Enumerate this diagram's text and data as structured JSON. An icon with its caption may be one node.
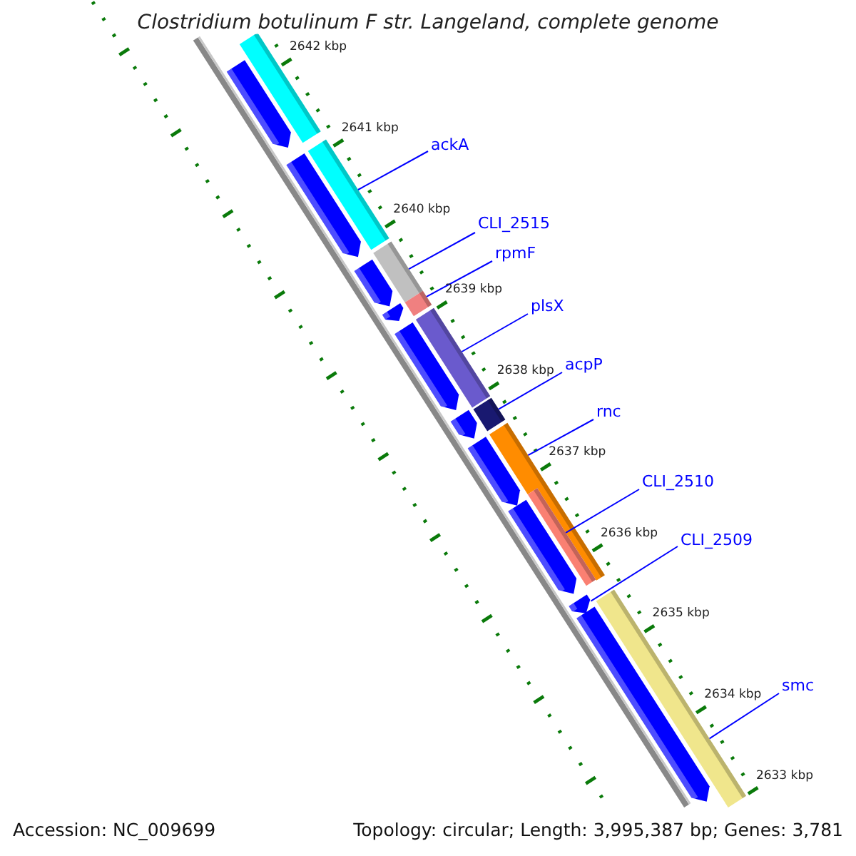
{
  "diagram": {
    "title": "Clostridium botulinum F str. Langeland, complete genome",
    "nodes": [
      {
        "text": [
          "ackA"
        ]
      },
      {
        "text": [
          "CLI_2515"
        ]
      },
      {
        "text": [
          "rpmF"
        ]
      },
      {
        "text": [
          "plsX"
        ]
      },
      {
        "text": [
          "acpP"
        ]
      },
      {
        "text": [
          "rnc"
        ]
      },
      {
        "text": [
          "CLI_2510"
        ]
      },
      {
        "text": [
          "CLI_2509"
        ]
      },
      {
        "text": [
          "smc"
        ]
      },
      {
        "text": [],
        "shape": "bar"
      },
      {
        "text": [],
        "shape": "pentagon"
      },
      {
        "text": [],
        "shape": "bar"
      },
      {
        "text": [],
        "shape": "pentagon"
      },
      {
        "text": [],
        "shape": "bar"
      },
      {
        "text": [],
        "shape": "pentagon"
      },
      {
        "text": [],
        "shape": "pentagon"
      },
      {
        "text": [],
        "shape": "bar"
      },
      {
        "text": [],
        "shape": "bar"
      },
      {
        "text": [],
        "shape": "pentagon"
      },
      {
        "text": [],
        "shape": "pentagon"
      },
      {
        "text": [],
        "shape": "bar"
      },
      {
        "text": [],
        "shape": "bar"
      },
      {
        "text": [],
        "shape": "pentagon"
      },
      {
        "text": [],
        "shape": "bar"
      },
      {
        "text": [],
        "shape": "pentagon"
      },
      {
        "text": [],
        "shape": "pentagon"
      },
      {
        "text": [],
        "shape": "bar"
      },
      {
        "text": [],
        "shape": "pentagon"
      }
    ],
    "edges": [
      {
        "from": 0,
        "to": 11,
        "arrow": "none"
      },
      {
        "from": 1,
        "to": 13,
        "arrow": "none"
      },
      {
        "from": 2,
        "to": 16,
        "arrow": "none"
      },
      {
        "from": 3,
        "to": 17,
        "arrow": "none"
      },
      {
        "from": 4,
        "to": 20,
        "arrow": "none"
      },
      {
        "from": 5,
        "to": 21,
        "arrow": "none"
      },
      {
        "from": 6,
        "to": 23,
        "arrow": "none"
      },
      {
        "from": 7,
        "to": 25,
        "arrow": "none"
      },
      {
        "from": 8,
        "to": 26,
        "arrow": "none"
      }
    ],
    "labels": [
      "2642 kbp",
      "2641 kbp",
      "2640 kbp",
      "2639 kbp",
      "2638 kbp",
      "2637 kbp",
      "2636 kbp",
      "2635 kbp",
      "2634 kbp",
      "2633 kbp",
      "Accession: NC_009699",
      "Topology: circular; Length: 3,995,387 bp; Genes: 3,781"
    ]
  }
}
